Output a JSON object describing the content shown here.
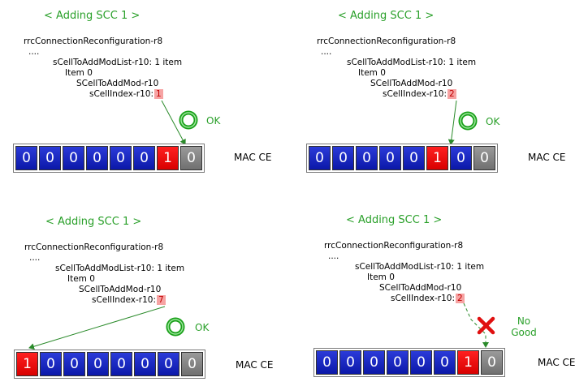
{
  "panels": [
    {
      "title": "< Adding SCC 1 >",
      "code": [
        "rrcConnectionReconfiguration-r8",
        "....",
        "sCellToAddModList-r10: 1 item",
        "Item 0",
        "SCellToAddMod-r10",
        "sCellIndex-r10:"
      ],
      "index": "1",
      "status": "OK",
      "bits": [
        "0",
        "0",
        "0",
        "0",
        "0",
        "0",
        "1",
        "0"
      ],
      "bit_colors": [
        "blue",
        "blue",
        "blue",
        "blue",
        "blue",
        "blue",
        "red",
        "gray"
      ],
      "mac_label": "MAC CE"
    },
    {
      "title": "< Adding SCC 1 >",
      "code": [
        "rrcConnectionReconfiguration-r8",
        "....",
        "sCellToAddModList-r10: 1 item",
        "Item 0",
        "SCellToAddMod-r10",
        "sCellIndex-r10:"
      ],
      "index": "2",
      "status": "OK",
      "bits": [
        "0",
        "0",
        "0",
        "0",
        "0",
        "1",
        "0",
        "0"
      ],
      "bit_colors": [
        "blue",
        "blue",
        "blue",
        "blue",
        "blue",
        "red",
        "blue",
        "gray"
      ],
      "mac_label": "MAC CE"
    },
    {
      "title": "< Adding SCC 1 >",
      "code": [
        "rrcConnectionReconfiguration-r8",
        "....",
        "sCellToAddModList-r10: 1 item",
        "Item 0",
        "SCellToAddMod-r10",
        "sCellIndex-r10:"
      ],
      "index": "7",
      "status": "OK",
      "bits": [
        "1",
        "0",
        "0",
        "0",
        "0",
        "0",
        "0",
        "0"
      ],
      "bit_colors": [
        "red",
        "blue",
        "blue",
        "blue",
        "blue",
        "blue",
        "blue",
        "gray"
      ],
      "mac_label": "MAC CE"
    },
    {
      "title": "< Adding SCC 1 >",
      "code": [
        "rrcConnectionReconfiguration-r8",
        "....",
        "sCellToAddModList-r10: 1 item",
        "Item 0",
        "SCellToAddMod-r10",
        "sCellIndex-r10:"
      ],
      "index": "2",
      "status": "No Good",
      "bits": [
        "0",
        "0",
        "0",
        "0",
        "0",
        "0",
        "1",
        "0"
      ],
      "bit_colors": [
        "blue",
        "blue",
        "blue",
        "blue",
        "blue",
        "blue",
        "red",
        "gray"
      ],
      "mac_label": "MAC CE"
    }
  ],
  "colors": {
    "blue": "#1020c0",
    "red": "#ff0000",
    "gray": "#808080",
    "ok_green": "#2aa02a",
    "index_bg": "#f6a3a3"
  }
}
